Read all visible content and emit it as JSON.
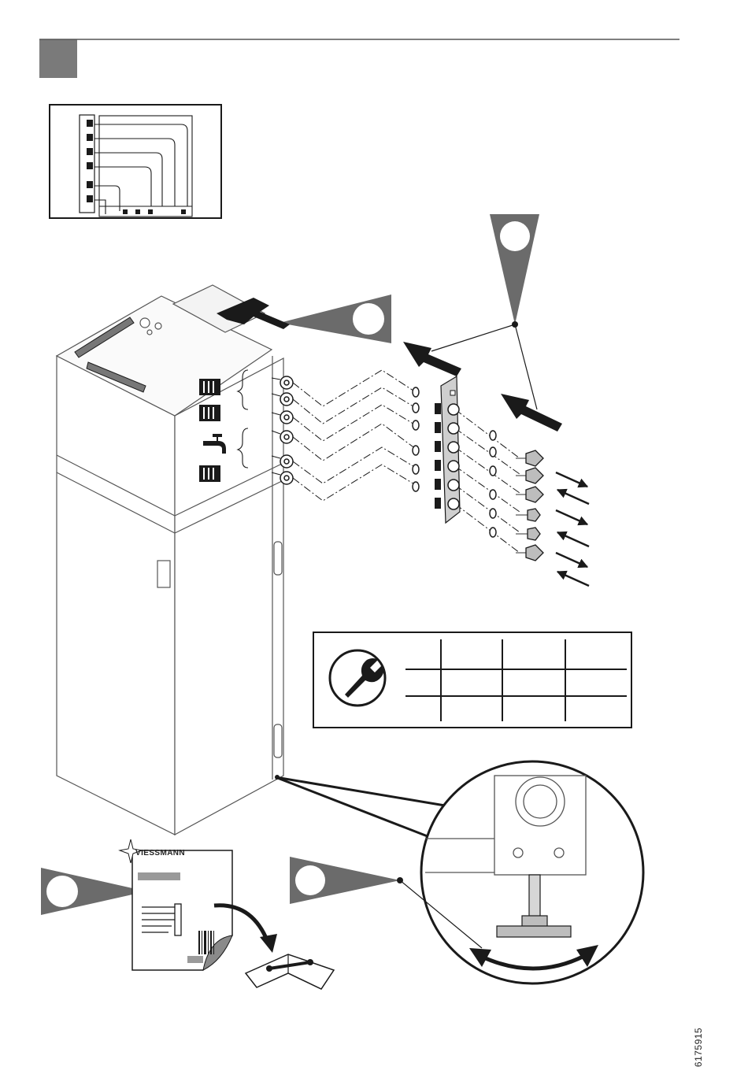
{
  "document": {
    "number": "6175915"
  },
  "brand": {
    "logo_text": "VIESSMANN"
  },
  "icons": [
    "step-marker",
    "overview-diagram",
    "storage-tank-unit",
    "flow-arrow-icon",
    "connection-pipe-header",
    "sealing-ring",
    "radiator-icon",
    "tap-icon",
    "wrench-icon",
    "torque-table",
    "manual-book-icon",
    "detail-magnifier",
    "adjustable-foot",
    "rotate-arrows-icon"
  ],
  "colors": {
    "ink": "#1a1a1a",
    "callout_gray": "#6b6b6b",
    "step_gray": "#7a7a7a",
    "panel_gray": "#e4e4e4"
  }
}
